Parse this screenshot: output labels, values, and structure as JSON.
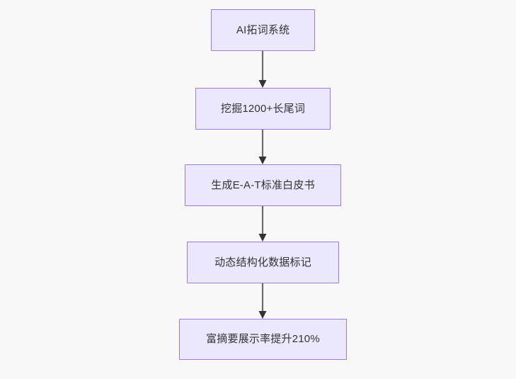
{
  "diagram": {
    "type": "flowchart",
    "direction": "top-to-bottom",
    "background_color": "#f8f8f8",
    "node_fill_color": "#ebe8fd",
    "node_border_color": "#9a7bd8",
    "node_text_color": "#333333",
    "edge_color": "#6b6b6b",
    "nodes": [
      {
        "id": "n1",
        "label": "AI拓词系统"
      },
      {
        "id": "n2",
        "label": "挖掘1200+长尾词"
      },
      {
        "id": "n3",
        "label": "生成E-A-T标准白皮书"
      },
      {
        "id": "n4",
        "label": "动态结构化数据标记"
      },
      {
        "id": "n5",
        "label": "富摘要展示率提升210%"
      }
    ],
    "edges": [
      {
        "from": "n1",
        "to": "n2",
        "label": ""
      },
      {
        "from": "n2",
        "to": "n3",
        "label": ""
      },
      {
        "from": "n3",
        "to": "n4",
        "label": ""
      },
      {
        "from": "n4",
        "to": "n5",
        "label": ""
      }
    ]
  }
}
